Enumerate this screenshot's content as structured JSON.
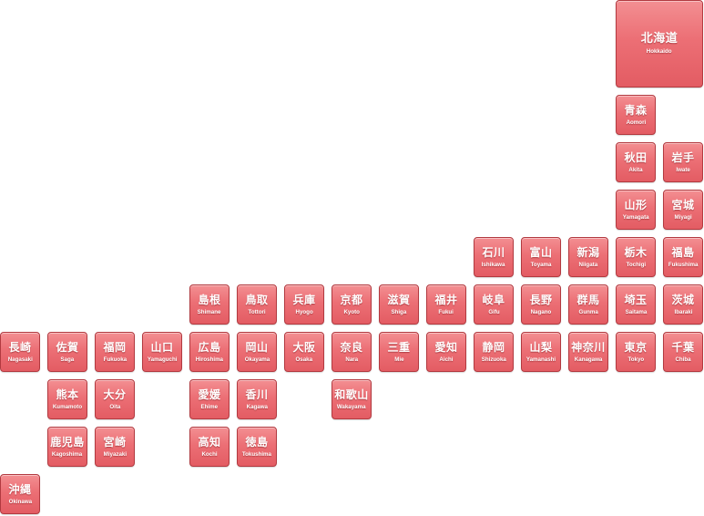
{
  "prefectures": [
    {
      "id": "hokkaido",
      "jp": "北海道",
      "en": "Hokkaido"
    },
    {
      "id": "aomori",
      "jp": "青森",
      "en": "Aomori"
    },
    {
      "id": "akita",
      "jp": "秋田",
      "en": "Akita"
    },
    {
      "id": "iwate",
      "jp": "岩手",
      "en": "Iwate"
    },
    {
      "id": "yamagata",
      "jp": "山形",
      "en": "Yamagata"
    },
    {
      "id": "miyagi",
      "jp": "宮城",
      "en": "Miyagi"
    },
    {
      "id": "ishikawa",
      "jp": "石川",
      "en": "Ishikawa"
    },
    {
      "id": "toyama",
      "jp": "富山",
      "en": "Toyama"
    },
    {
      "id": "niigata",
      "jp": "新潟",
      "en": "Niigata"
    },
    {
      "id": "tochigi",
      "jp": "栃木",
      "en": "Tochigi"
    },
    {
      "id": "fukushima",
      "jp": "福島",
      "en": "Fukushima"
    },
    {
      "id": "shimane",
      "jp": "島根",
      "en": "Shimane"
    },
    {
      "id": "tottori",
      "jp": "鳥取",
      "en": "Tottori"
    },
    {
      "id": "hyogo",
      "jp": "兵庫",
      "en": "Hyogo"
    },
    {
      "id": "kyoto",
      "jp": "京都",
      "en": "Kyoto"
    },
    {
      "id": "shiga",
      "jp": "滋賀",
      "en": "Shiga"
    },
    {
      "id": "fukui",
      "jp": "福井",
      "en": "Fukui"
    },
    {
      "id": "gifu",
      "jp": "岐阜",
      "en": "Gifu"
    },
    {
      "id": "nagano",
      "jp": "長野",
      "en": "Nagano"
    },
    {
      "id": "gunma",
      "jp": "群馬",
      "en": "Gunma"
    },
    {
      "id": "saitama",
      "jp": "埼玉",
      "en": "Saitama"
    },
    {
      "id": "ibaraki",
      "jp": "茨城",
      "en": "Ibaraki"
    },
    {
      "id": "nagasaki",
      "jp": "長崎",
      "en": "Nagasaki"
    },
    {
      "id": "saga",
      "jp": "佐賀",
      "en": "Saga"
    },
    {
      "id": "fukuoka",
      "jp": "福岡",
      "en": "Fukuoka"
    },
    {
      "id": "yamaguchi",
      "jp": "山口",
      "en": "Yamaguchi"
    },
    {
      "id": "hiroshima",
      "jp": "広島",
      "en": "Hiroshima"
    },
    {
      "id": "okayama",
      "jp": "岡山",
      "en": "Okayama"
    },
    {
      "id": "osaka",
      "jp": "大阪",
      "en": "Osaka"
    },
    {
      "id": "nara",
      "jp": "奈良",
      "en": "Nara"
    },
    {
      "id": "mie",
      "jp": "三重",
      "en": "Mie"
    },
    {
      "id": "aichi",
      "jp": "愛知",
      "en": "Aichi"
    },
    {
      "id": "shizuoka",
      "jp": "静岡",
      "en": "Shizuoka"
    },
    {
      "id": "yamanashi",
      "jp": "山梨",
      "en": "Yamanashi"
    },
    {
      "id": "kanagawa",
      "jp": "神奈川",
      "en": "Kanagawa"
    },
    {
      "id": "tokyo",
      "jp": "東京",
      "en": "Tokyo"
    },
    {
      "id": "chiba",
      "jp": "千葉",
      "en": "Chiba"
    },
    {
      "id": "kumamoto",
      "jp": "熊本",
      "en": "Kumamoto"
    },
    {
      "id": "oita",
      "jp": "大分",
      "en": "Oita"
    },
    {
      "id": "ehime",
      "jp": "愛媛",
      "en": "Ehime"
    },
    {
      "id": "kagawa",
      "jp": "香川",
      "en": "Kagawa"
    },
    {
      "id": "wakayama",
      "jp": "和歌山",
      "en": "Wakayama"
    },
    {
      "id": "kagoshima",
      "jp": "鹿児島",
      "en": "Kagoshima"
    },
    {
      "id": "miyazaki",
      "jp": "宮崎",
      "en": "Miyazaki"
    },
    {
      "id": "kochi",
      "jp": "高知",
      "en": "Kochi"
    },
    {
      "id": "tokushima",
      "jp": "徳島",
      "en": "Tokushima"
    },
    {
      "id": "okinawa",
      "jp": "沖縄",
      "en": "Okinawa"
    }
  ],
  "colors": {
    "tile_fill": "#ec6f75",
    "tile_border": "#b23a40",
    "tile_text": "#ffffff",
    "background": "#ffffff"
  }
}
